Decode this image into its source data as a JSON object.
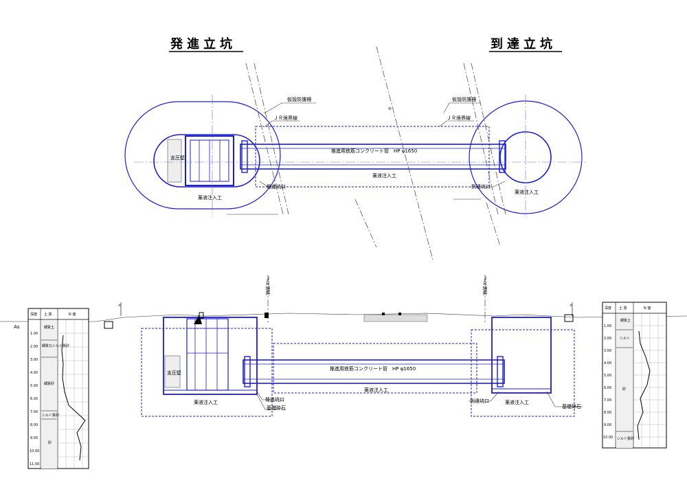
{
  "titles": {
    "launch_shaft": "発進立坑",
    "arrival_shaft": "到達立坑"
  },
  "plan_view": {
    "temp_fence_left": "仮設防護柵",
    "temp_fence_right": "仮設防護柵",
    "jr_boundary_left": "ＪＲ境界線",
    "jr_boundary_right": "ＪＲ境界線",
    "pipe_label": "推進用鉄筋コンクリート管　HP φ1650",
    "grout_center": "薬液注入工",
    "grout_left": "薬液注入工",
    "grout_right": "薬液注入工",
    "launch_opening": "発進坑口",
    "arrival_opening": "到達坑口",
    "support_wall": "支圧壁",
    "track_mark": "ゆ"
  },
  "section_view": {
    "jr_boundary_left": "ＪＲ境界",
    "jr_boundary_right": "ＪＲ境界",
    "pipe_label": "推進用鉄筋コンクリート管　HP φ1650",
    "grout_center": "薬液注入工",
    "grout_left": "薬液注入工",
    "grout_right": "薬液注入工",
    "launch_opening": "発進坑口",
    "arrival_opening": "到達坑口",
    "base_crushed_stone_left": "基礎砕石",
    "base_crushed_stone_right": "基礎砕石",
    "support_wall": "支圧壁",
    "as_label": "As"
  },
  "boring_left": {
    "headers": {
      "depth": "深度",
      "soil": "土 質",
      "n_value": "N 値"
    },
    "depths": [
      "1.00",
      "2.00",
      "3.00",
      "4.00",
      "5.00",
      "6.00",
      "7.00",
      "8.00",
      "9.00",
      "10.00",
      "11.00"
    ],
    "layers": [
      "細質土",
      "細質なシルト質砂",
      "細質砂",
      "シルト質砂",
      "砂"
    ]
  },
  "boring_right": {
    "headers": {
      "depth": "深度",
      "soil": "土 質",
      "n_value": "N 値"
    },
    "depths": [
      "1.00",
      "2.00",
      "3.00",
      "4.00",
      "5.00",
      "6.00",
      "7.00",
      "8.00",
      "9.00",
      "10.00"
    ],
    "layers": [
      "細質土",
      "シルト",
      "砂",
      "シルト質砂"
    ]
  },
  "colors": {
    "structure": "#1a1adf",
    "line": "#333333"
  }
}
